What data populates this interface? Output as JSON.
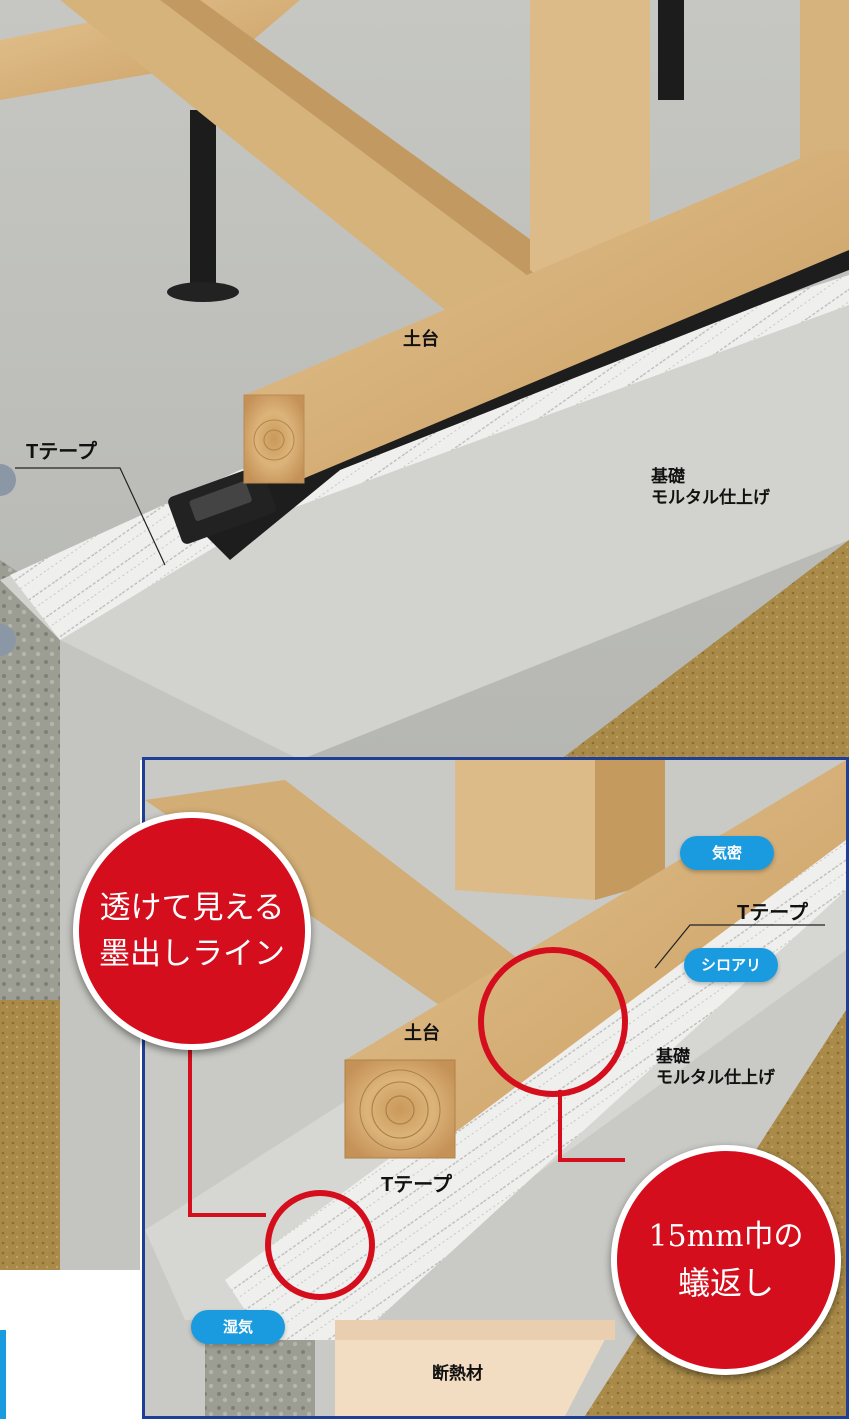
{
  "top_scene": {
    "label_dodai": "土台",
    "label_t_tape": "Tテープ",
    "label_kiso_line1": "基礎",
    "label_kiso_line2": "モルタル仕上げ"
  },
  "inset_scene": {
    "badge_kimitsu": "気密",
    "badge_shiroari": "シロアリ",
    "badge_shikki": "湿気",
    "label_t_tape_right": "Tテープ",
    "label_dodai": "土台",
    "label_kiso_line1": "基礎",
    "label_kiso_line2": "モルタル仕上げ",
    "label_t_tape_center": "Tテープ",
    "label_dannetsu": "断熱材"
  },
  "callouts": {
    "left_line1": "透けて見える",
    "left_line2": "墨出しライン",
    "right_line1": "15mm巾の",
    "right_line2": "蟻返し"
  },
  "colors": {
    "callout_red": "#d40e1c",
    "badge_blue": "#1a9be0",
    "inset_border": "#1f3f96",
    "wood": "#d8b47f",
    "concrete": "#cfcfcb",
    "soil": "#a98a48"
  }
}
